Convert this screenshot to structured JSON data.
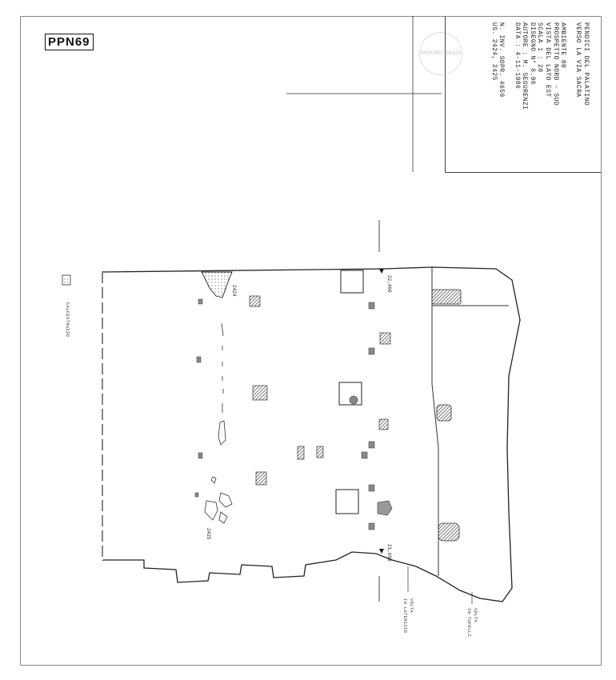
{
  "sheet_code": "PPN69",
  "title_block": {
    "lines": [
      "PENDICI DEL PALATINO",
      "VERSO LA VIA SACRA",
      "",
      "AMBIENTE 80",
      "PROSPETTO NORD - SUD",
      "VISTA DEL LATO EST",
      "SCALA  1 : 20",
      "DISEGNO N° 6.96",
      "AUTORE : M. SEGURENZI",
      "DATA : 4-11-1986",
      "",
      "N. INV. SOPR. 4659",
      "US. 2424, 2425"
    ]
  },
  "labels": {
    "us_2424": "2424",
    "us_2425": "2425",
    "level_top": "22,460",
    "level_bottom": "21,600",
    "volta_1": "VOLTA",
    "volta_1_sub": "IN LATERIZIO",
    "volta_2": "VOLTA",
    "volta_2_sub": "IN TUFELLI",
    "legend_label": "CALCESTRUZZO",
    "stamp": "SOPRINTENDENZA"
  },
  "colors": {
    "line": "#222222",
    "hatch": "#555555",
    "fill_grey": "#888888"
  }
}
